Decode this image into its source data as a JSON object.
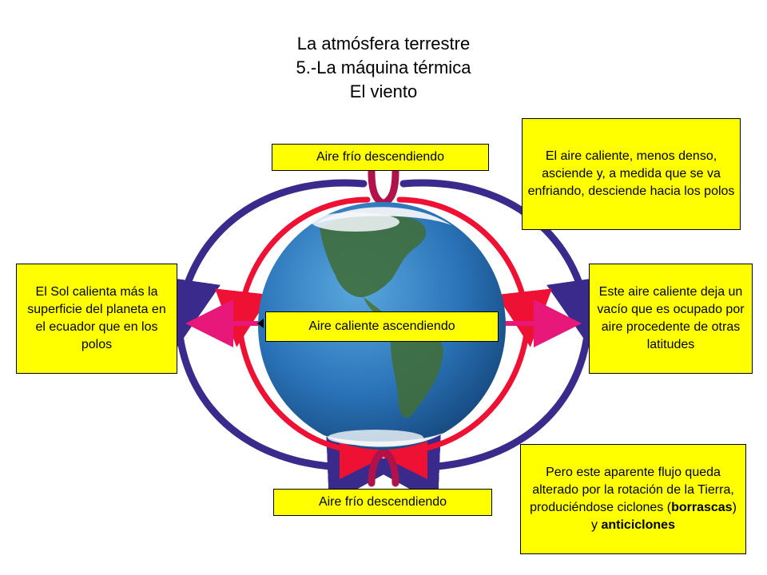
{
  "title": {
    "line1": "La atmósfera terrestre",
    "line2": "5.-La máquina térmica",
    "line3": "El viento"
  },
  "labels": {
    "top_cold": "Aire frío descendiendo",
    "bottom_cold": "Aire frío descendiendo",
    "center_hot": "Aire caliente ascendiendo",
    "left_sun": "El Sol calienta más la superficie del planeta en el ecuador que en los polos",
    "top_right": "El aire caliente, menos denso, asciende y, a medida que se va enfriando, desciende hacia los polos",
    "right_vacuum": "Este aire caliente deja un vacío que es ocupado por aire procedente de otras latitudes",
    "bottom_right_pre": "Pero este aparente flujo queda alterado por la rotación de la Tierra, produciéndose ciclones (",
    "bottom_right_b1": "borrascas",
    "bottom_right_mid": ") y ",
    "bottom_right_b2": "anticiclones"
  },
  "colors": {
    "box_fill": "#ffff00",
    "cold_air": "#3a2a8c",
    "warm_air": "#ee1133",
    "hot_air": "#e8187a",
    "ocean": "#2a73b8",
    "land": "#3f6e3c"
  }
}
